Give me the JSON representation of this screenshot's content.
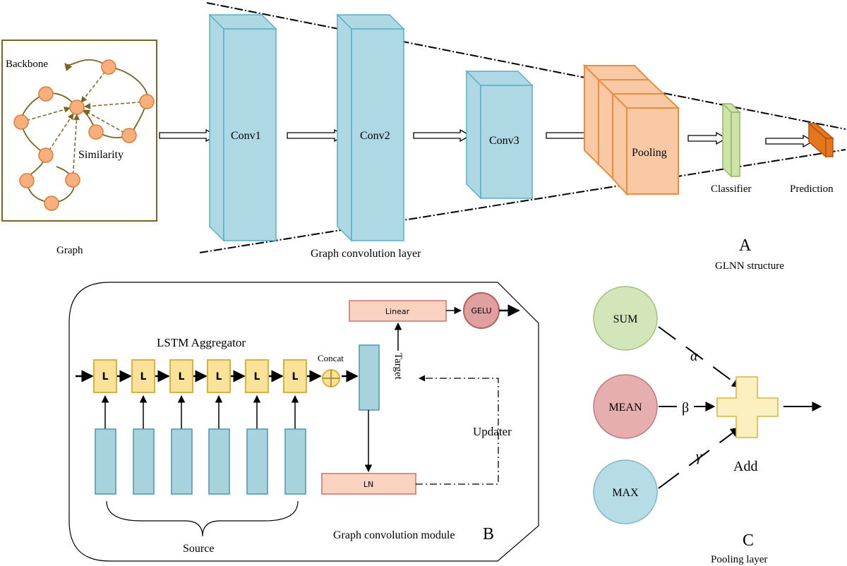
{
  "panel_a": {
    "graph_backbone_label": "Backbone",
    "graph_similarity_label": "Similarity",
    "graph_caption": "Graph",
    "conv1_label": "Conv1",
    "conv2_label": "Conv2",
    "conv3_label": "Conv3",
    "pooling_label": "Pooling",
    "classifier_label": "Classifier",
    "prediction_label": "Prediction",
    "conv_layer_caption": "Graph convolution layer",
    "panel_letter": "A",
    "panel_title": "GLNN structure"
  },
  "panel_b": {
    "lstm_title": "LSTM Aggregator",
    "lstm_cells": [
      "L",
      "L",
      "L",
      "L",
      "L",
      "L"
    ],
    "concat_label": "Concat",
    "linear_label": "Linear",
    "gelu_label": "GELU",
    "target_label": "Target",
    "updater_label": "Updater",
    "ln_label": "LN",
    "source_label": "Source",
    "module_caption": "Graph convolution module",
    "panel_letter": "B"
  },
  "panel_c": {
    "sum_label": "SUM",
    "mean_label": "MEAN",
    "max_label": "MAX",
    "alpha_label": "α",
    "beta_label": "β",
    "gamma_label": "γ",
    "add_label": "Add",
    "panel_letter": "C",
    "panel_title": "Pooling layer"
  },
  "colors": {
    "conv_fill": "#aed8e3",
    "conv_stroke": "#5aaec6",
    "pool_fill": "#f9c9a5",
    "pool_stroke": "#ef8c3c",
    "classifier_fill": "#cde3a8",
    "classifier_stroke": "#8fb765",
    "prediction_fill": "#e4761f",
    "prediction_stroke": "#b35309",
    "node_fill": "#f7b07c",
    "node_stroke": "#e07b39",
    "graph_border": "#7a6420",
    "lstm_fill": "#fbe29b",
    "lstm_stroke": "#d8b23c",
    "source_fill": "#a7d3de",
    "source_stroke": "#4b95ad",
    "linear_fill": "#f9d3c0",
    "linear_stroke": "#d98f88",
    "gelu_fill": "#e0a0a0",
    "gelu_stroke": "#b85c5c",
    "sum_fill": "#d3e6b9",
    "sum_stroke": "#9fc27b",
    "mean_fill": "#e6aeae",
    "mean_stroke": "#c47878",
    "max_fill": "#b6dde6",
    "max_stroke": "#7db7c7",
    "add_fill": "#fdf0c0",
    "add_stroke": "#d9b440"
  }
}
